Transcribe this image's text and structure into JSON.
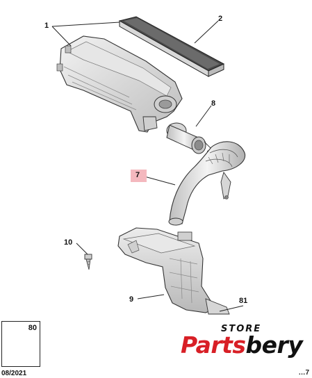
{
  "diagram": {
    "callouts": [
      {
        "id": "c1",
        "label": "1"
      },
      {
        "id": "c2",
        "label": "2"
      },
      {
        "id": "c7",
        "label": "7"
      },
      {
        "id": "c8",
        "label": "8"
      },
      {
        "id": "c9",
        "label": "9"
      },
      {
        "id": "c10",
        "label": "10"
      },
      {
        "id": "c81",
        "label": "81"
      }
    ],
    "highlighted_callout": "7",
    "inset": {
      "label": "80"
    },
    "date": "08/2021",
    "reference": "…7",
    "colors": {
      "highlight": "#f4b8be",
      "line": "#222222",
      "part_fill": "#d9d9d9"
    }
  },
  "watermark": {
    "store_text": "STORE",
    "brand_part1": "Parts",
    "brand_part2": "bery",
    "colors": {
      "brand_red": "#d81f26",
      "brand_black": "#111111"
    }
  }
}
